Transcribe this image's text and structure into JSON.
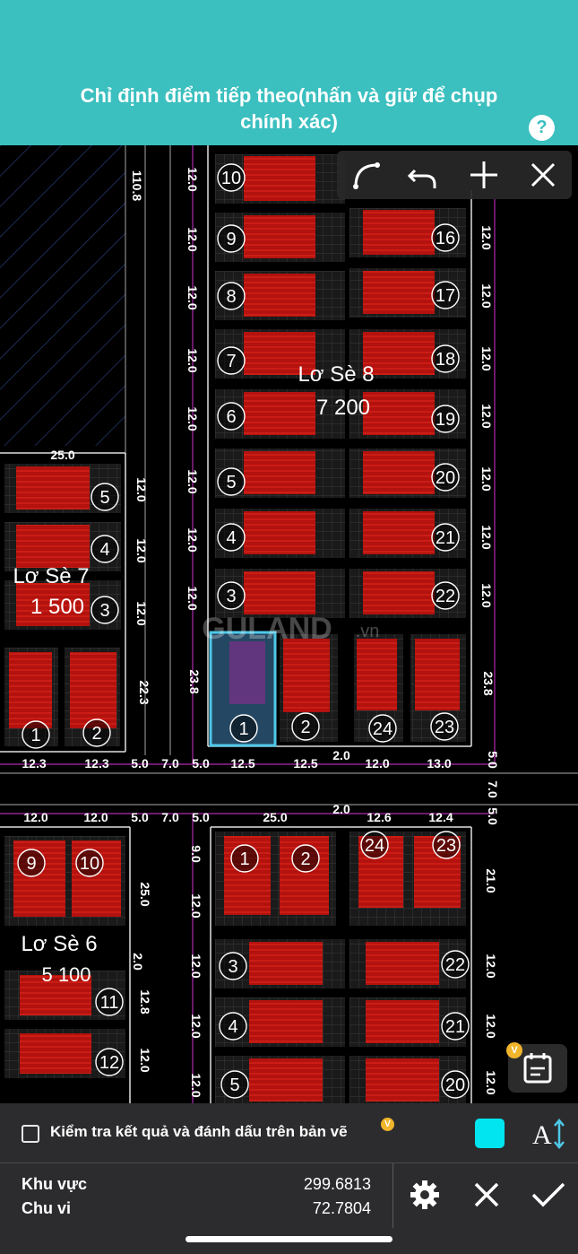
{
  "header": {
    "title": "Chỉ định điểm tiếp theo(nhấn và giữ để chụp chính xác)",
    "help_label": "?"
  },
  "toolbar": {
    "tools": [
      "arc-icon",
      "undo-icon",
      "add-icon",
      "close-icon"
    ]
  },
  "map": {
    "watermark": "GULAND",
    "watermark_suffix": ".vn",
    "blocks": [
      {
        "name": "Lơ Sè 8",
        "area": "7 200"
      },
      {
        "name": "Lơ Sè 7",
        "area": "1 500"
      },
      {
        "name": "Lơ Sè 6",
        "area": "5 100"
      }
    ],
    "lot_numbers_block8_left": [
      "10",
      "9",
      "8",
      "7",
      "6",
      "5",
      "4",
      "3"
    ],
    "lot_numbers_block8_right": [
      "16",
      "17",
      "18",
      "19",
      "20",
      "21",
      "22"
    ],
    "lot_numbers_block8_bottom": [
      "1",
      "2",
      "24",
      "23"
    ],
    "lot_numbers_block7": [
      "5",
      "4",
      "3",
      "1",
      "2"
    ],
    "lot_numbers_block6": [
      "9",
      "10",
      "11",
      "12"
    ],
    "lot_numbers_block_lower": [
      "1",
      "2",
      "24",
      "23",
      "3",
      "22",
      "4",
      "21",
      "5",
      "20"
    ],
    "dimensions_vertical_left8": [
      "12.0",
      "12.0",
      "12.0",
      "12.0",
      "12.0",
      "12.0",
      "12.0",
      "12.0",
      "23.8"
    ],
    "dimensions_vertical_right8": [
      "12.0",
      "12.0",
      "12.0",
      "12.0",
      "12.0",
      "12.0",
      "12.0",
      "23.8"
    ],
    "dimensions_block7": [
      "12.0",
      "12.0",
      "12.0",
      "22.3"
    ],
    "dimension_top7": "25.0",
    "dimension_110": "110.8",
    "dimensions_row_upper": [
      "12.3",
      "12.3",
      "5.0",
      "7.0",
      "5.0",
      "12.5",
      "12.5",
      "2.0",
      "12.0",
      "13.0",
      "5.0",
      "7.0"
    ],
    "dimensions_row_lower": [
      "12.0",
      "12.0",
      "5.0",
      "7.0",
      "5.0",
      "25.0",
      "2.0",
      "12.6",
      "12.4",
      "5.0"
    ],
    "dimensions_lower_vertical": [
      "9.0",
      "12.0",
      "12.0",
      "12.0",
      "12.0"
    ],
    "dimensions_lower_right": [
      "21.0",
      "12.0",
      "12.0",
      "12.0"
    ],
    "dimensions_block6": [
      "25.0",
      "12.8",
      "12.0",
      "2.0"
    ]
  },
  "side_button": {
    "badge": "V",
    "icon": "calendar-notes-icon"
  },
  "bottom_panel": {
    "checkbox_label": "Kiểm tra kết quả và đánh dấu trên bản vẽ",
    "badge": "V",
    "swatch_color": "#00e5f0",
    "text_tool_label": "A",
    "area_label": "Khu vực",
    "area_value": "299.6813",
    "perimeter_label": "Chu vi",
    "perimeter_value": "72.7804"
  }
}
